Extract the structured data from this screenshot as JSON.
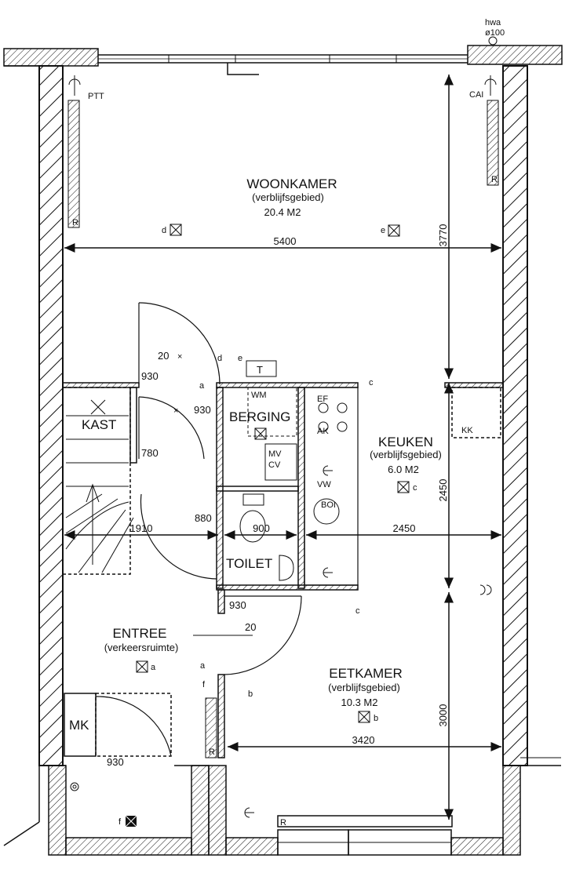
{
  "rooms": {
    "woonkamer": {
      "name": "WOONKAMER",
      "sub": "(verblijfsgebied)",
      "area": "20.4 M2"
    },
    "keuken": {
      "name": "KEUKEN",
      "sub": "(verblijfsgebied)",
      "area": "6.0 M2"
    },
    "eetkamer": {
      "name": "EETKAMER",
      "sub": "(verblijfsgebied)",
      "area": "10.3 M2"
    },
    "entree": {
      "name": "ENTREE",
      "sub": "(verkeersruimte)"
    },
    "berging": {
      "name": "BERGING"
    },
    "toilet": {
      "name": "TOILET"
    },
    "kast": {
      "name": "KAST"
    },
    "mk": {
      "name": "MK"
    },
    "kk": {
      "name": "KK"
    }
  },
  "dimensions": {
    "d5400": "5400",
    "d3770": "3770",
    "d2450v": "2450",
    "d2450h": "2450",
    "d1910": "1910",
    "d880": "880",
    "d900": "900",
    "d930_top": "930",
    "d930_berg": "930",
    "d930_toilet": "930",
    "d930_mk": "930",
    "d780": "780",
    "d3420": "3420",
    "d3000": "3000",
    "d20a": "20",
    "d20b": "20"
  },
  "labels": {
    "hwa": "hwa",
    "hwa_d": "ø100",
    "ptt": "PTT",
    "cai": "CAI",
    "r": "R",
    "T": "T",
    "wm": "WM",
    "ef": "EF",
    "ak": "AK",
    "mv": "MV",
    "cv": "CV",
    "vw": "VW",
    "boi": "BOI",
    "a": "a",
    "b": "b",
    "c": "c",
    "d": "d",
    "e": "e",
    "f": "f"
  }
}
